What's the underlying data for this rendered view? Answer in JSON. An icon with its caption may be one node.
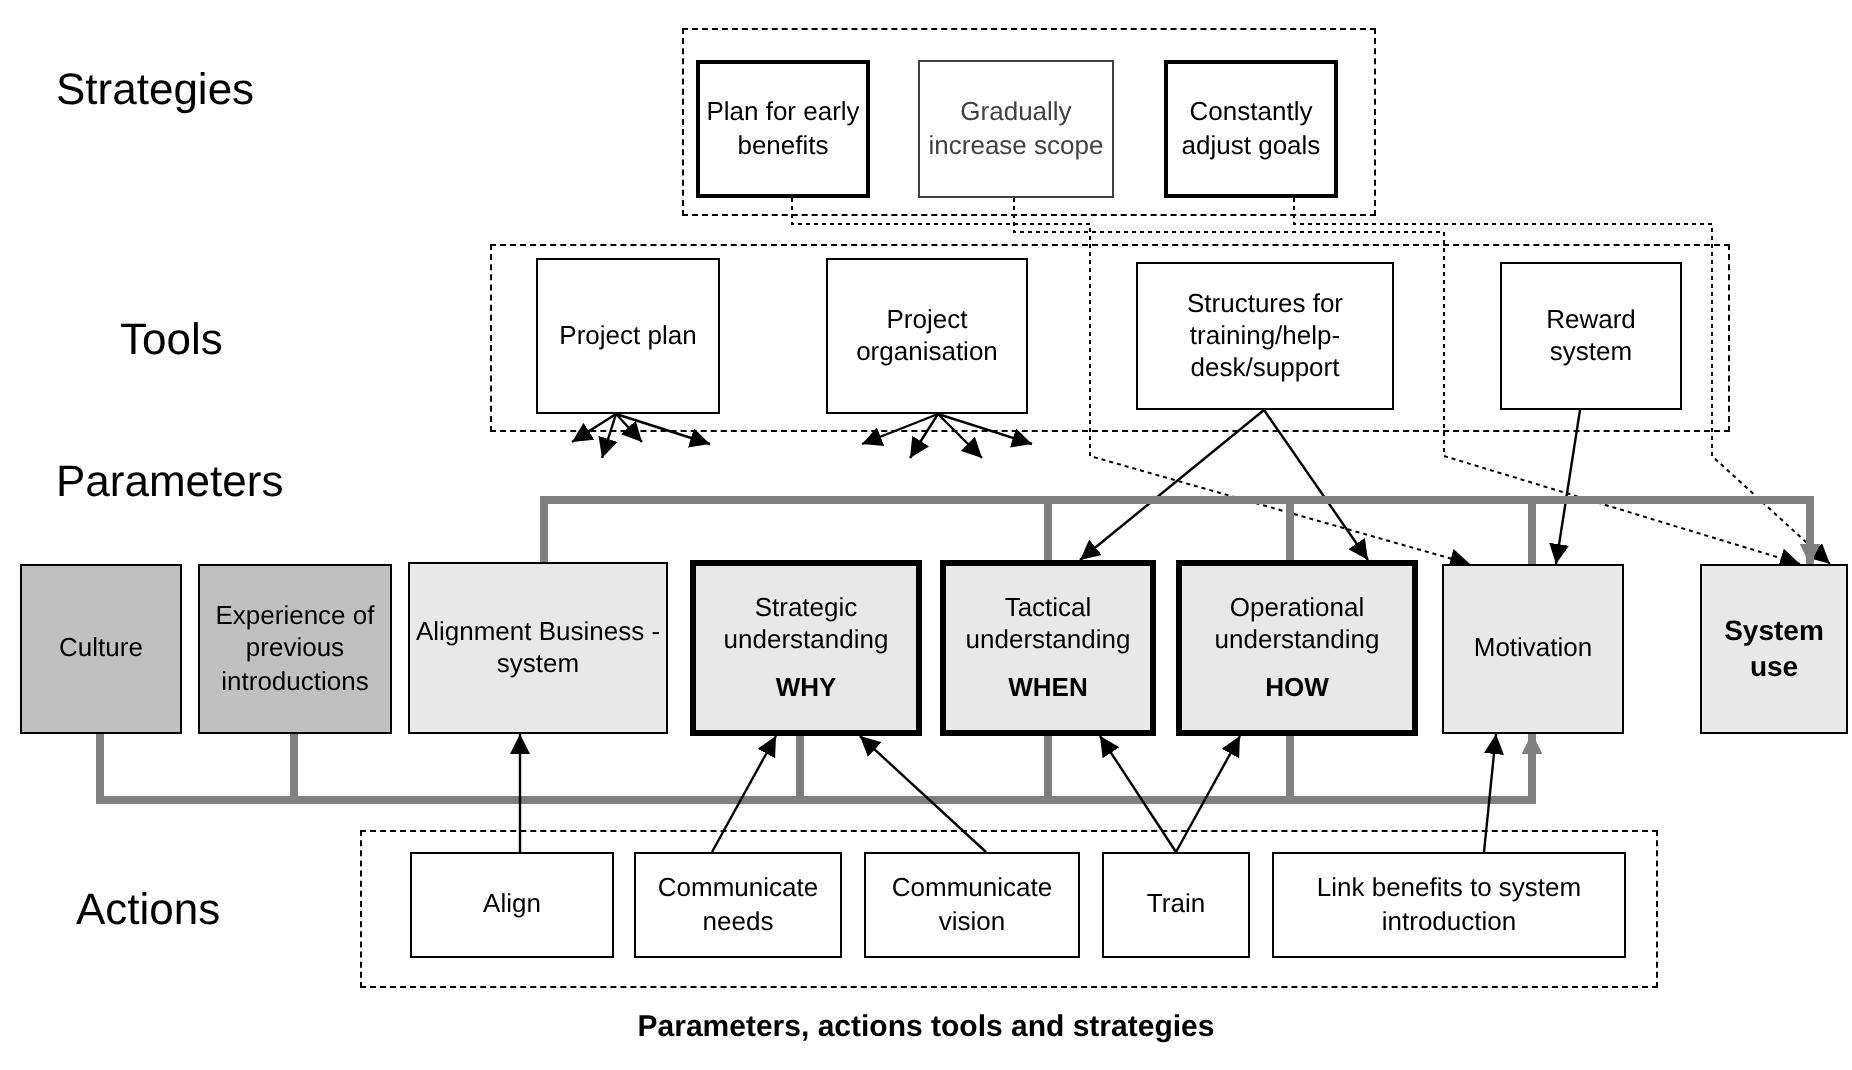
{
  "diagram": {
    "caption": "Parameters, actions tools and strategies",
    "nodes": [
      {
        "text": [],
        "shape": "box"
      },
      {
        "text": [
          "Plan for early benefits"
        ],
        "in": 0
      },
      {
        "text": [
          "Gradually increase scope"
        ],
        "in": 0
      },
      {
        "text": [
          "Constantly adjust goals"
        ],
        "in": 0
      },
      {
        "text": [],
        "shape": "box"
      },
      {
        "text": [
          "Project plan"
        ],
        "in": 4
      },
      {
        "text": [
          "Project organisation"
        ],
        "in": 4
      },
      {
        "text": [
          "Structures for training/help-desk/support"
        ],
        "in": 4
      },
      {
        "text": [
          "Reward system"
        ],
        "in": 4
      },
      {
        "text": [
          "Culture"
        ]
      },
      {
        "text": [
          "Experience of previous introductions"
        ]
      },
      {
        "text": [
          "Alignment Business - system"
        ]
      },
      {
        "text": [
          "Strategic understanding",
          "WHY"
        ]
      },
      {
        "text": [
          "Tactical understanding",
          "WHEN"
        ]
      },
      {
        "text": [
          "Operational understanding",
          "HOW"
        ]
      },
      {
        "text": [
          "Motivation"
        ]
      },
      {
        "text": [
          "System use"
        ]
      },
      {
        "text": [],
        "shape": "box"
      },
      {
        "text": [
          "Align"
        ],
        "in": 17
      },
      {
        "text": [
          "Communicate needs"
        ],
        "in": 17
      },
      {
        "text": [
          "Communicate vision"
        ],
        "in": 17
      },
      {
        "text": [
          "Train"
        ],
        "in": 17
      },
      {
        "text": [
          "Link benefits to system introduction"
        ],
        "in": 17
      }
    ],
    "edges": [
      {
        "from": 1,
        "to": 15,
        "arrow": "to",
        "style": "dashed"
      },
      {
        "from": 2,
        "to": 16,
        "arrow": "to",
        "style": "dashed"
      },
      {
        "from": 3,
        "to": 16,
        "arrow": "to",
        "style": "dashed"
      },
      {
        "from": 5,
        "to": null,
        "arrow": "to"
      },
      {
        "from": 5,
        "to": null,
        "arrow": "to"
      },
      {
        "from": 5,
        "to": null,
        "arrow": "to"
      },
      {
        "from": 5,
        "to": null,
        "arrow": "to"
      },
      {
        "from": 6,
        "to": null,
        "arrow": "to"
      },
      {
        "from": 6,
        "to": null,
        "arrow": "to"
      },
      {
        "from": 6,
        "to": null,
        "arrow": "to"
      },
      {
        "from": 6,
        "to": null,
        "arrow": "to"
      },
      {
        "from": 7,
        "to": 13,
        "arrow": "to"
      },
      {
        "from": 7,
        "to": 14,
        "arrow": "to"
      },
      {
        "from": 8,
        "to": 15,
        "arrow": "to"
      },
      {
        "from": 11,
        "to": 16,
        "arrow": "to",
        "style": "thick",
        "color": "#808080"
      },
      {
        "from": 13,
        "to": 16,
        "arrow": "to",
        "style": "thick",
        "color": "#808080"
      },
      {
        "from": 14,
        "to": 16,
        "arrow": "to",
        "style": "thick",
        "color": "#808080"
      },
      {
        "from": 15,
        "to": 16,
        "arrow": "to",
        "style": "thick",
        "color": "#808080"
      },
      {
        "from": 9,
        "to": 15,
        "arrow": "to",
        "style": "thick",
        "color": "#808080"
      },
      {
        "from": 10,
        "to": 15,
        "arrow": "to",
        "style": "thick",
        "color": "#808080"
      },
      {
        "from": 12,
        "to": 15,
        "arrow": "to",
        "style": "thick",
        "color": "#808080"
      },
      {
        "from": 13,
        "to": 15,
        "arrow": "to",
        "style": "thick",
        "color": "#808080"
      },
      {
        "from": 14,
        "to": 15,
        "arrow": "to",
        "style": "thick",
        "color": "#808080"
      },
      {
        "from": 18,
        "to": 11,
        "arrow": "to"
      },
      {
        "from": 19,
        "to": 12,
        "arrow": "to"
      },
      {
        "from": 20,
        "to": 12,
        "arrow": "to"
      },
      {
        "from": 21,
        "to": 13,
        "arrow": "to"
      },
      {
        "from": 21,
        "to": 14,
        "arrow": "to"
      },
      {
        "from": 22,
        "to": 15,
        "arrow": "to"
      }
    ],
    "labels": [
      "Strategies",
      "Tools",
      "Parameters",
      "Actions"
    ]
  }
}
